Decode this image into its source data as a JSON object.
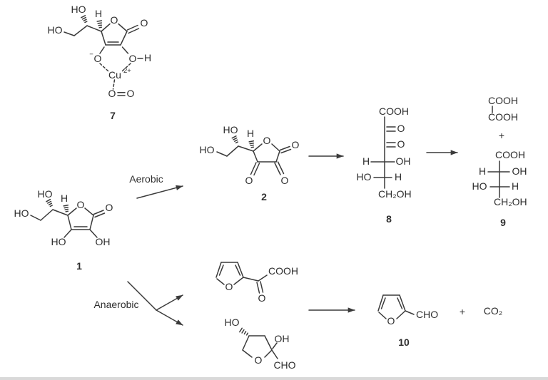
{
  "figure": {
    "background": "#ffffff",
    "ink": "#3a3a3a",
    "text_color": "#2e2e2e"
  },
  "pathway_labels": {
    "aerobic": "Aerobic",
    "anaerobic": "Anaerobic"
  },
  "operators": {
    "plus_oxalate": "+",
    "plus_co2": "+"
  },
  "small_molecules": {
    "co2": "CO₂"
  },
  "compounds": {
    "c7": {
      "number": "7",
      "ho_terminal": "HO",
      "h_ring": "H",
      "o_ring": "O",
      "o_lactone": "O",
      "ho_chain": "HO",
      "enolate_minus": "−",
      "o_enolate": "O",
      "o_enol": "O",
      "h_enol": "H",
      "cu": "Cu",
      "cu_charge": "2+",
      "o2_left": "O",
      "o2_right": "O"
    },
    "c1": {
      "number": "1",
      "ho_terminal": "HO",
      "h_ring": "H",
      "o_ring": "O",
      "o_lactone": "O",
      "ho_chain": "HO",
      "ho_enol_left": "HO",
      "oh_enol_right": "OH"
    },
    "c2": {
      "number": "2",
      "ho_terminal": "HO",
      "h_ring": "H",
      "o_ring": "O",
      "o_lactone": "O",
      "ho_chain": "HO",
      "o_keto_left": "O",
      "o_keto_right": "O"
    },
    "c8": {
      "number": "8",
      "cooh": "COOH",
      "o_keto_1": "O",
      "o_keto_2": "O",
      "h_c4": "H",
      "oh_c4": "OH",
      "ho_c5": "HO",
      "h_c5": "H",
      "ch2oh": "CH₂OH"
    },
    "oxalic": {
      "cooh_top": "COOH",
      "cooh_bottom": "COOH"
    },
    "c9": {
      "number": "9",
      "cooh": "COOH",
      "h_c2": "H",
      "oh_c2": "OH",
      "ho_c3": "HO",
      "h_c3": "H",
      "ch2oh": "CH₂OH"
    },
    "furylglyoxylic": {
      "o_ring": "O",
      "o_keto": "O",
      "cooh": "COOH"
    },
    "lactol": {
      "ho_c4": "HO",
      "oh_c2": "OH",
      "o_ring": "O",
      "cho": "CHO"
    },
    "c10": {
      "number": "10",
      "o_ring": "O",
      "cho": "CHO"
    }
  }
}
